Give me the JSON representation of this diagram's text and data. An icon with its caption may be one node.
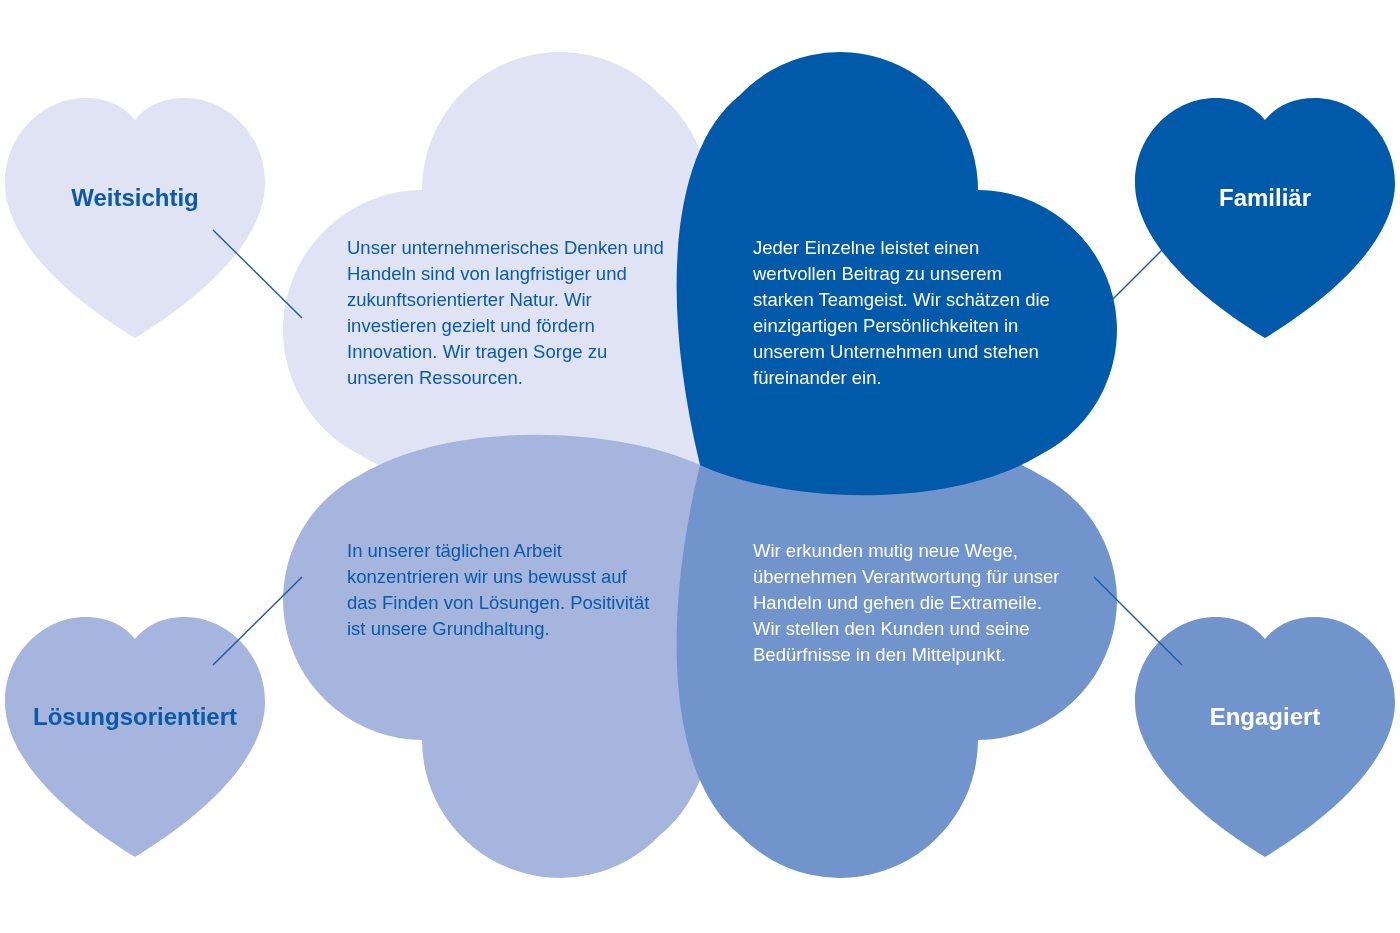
{
  "diagram": {
    "nodes": [
      {
        "text": [
          "Weitsichtig"
        ]
      },
      {
        "text": [
          "Unser unternehmerisches Denken und Handeln sind von langfristiger und zukunftsorientierter Natur. Wir investieren gezielt und fördern Innovation. Wir tragen Sorge zu unseren Ressourcen."
        ]
      },
      {
        "text": [
          "Jeder Einzelne leistet einen wertvollen Beitrag zu unserem starken Teamgeist. Wir schätzen die einzigartigen Persönlichkeiten in unserem Unternehmen und stehen füreinander ein."
        ]
      },
      {
        "text": [
          "Familiär"
        ]
      },
      {
        "text": [
          "In unserer täglichen Arbeit konzentrieren wir uns bewusst auf das Finden von Lösungen. Positivität ist unsere Grundhaltung."
        ]
      },
      {
        "text": [
          "Wir erkunden mutig neue Wege, übernehmen Verantwortung für unser Handeln und gehen die Extrameile. Wir stellen den Kunden und seine Bedürfnisse in den Mittelpunkt."
        ]
      },
      {
        "text": [
          "Lösungsorientiert"
        ]
      },
      {
        "text": [
          "Engagiert"
        ]
      }
    ],
    "edges": [
      {
        "from": 0,
        "to": 1,
        "arrow": "none"
      },
      {
        "from": 3,
        "to": 2,
        "arrow": "none"
      },
      {
        "from": 6,
        "to": 4,
        "arrow": "none"
      },
      {
        "from": 7,
        "to": 5,
        "arrow": "none"
      }
    ]
  }
}
